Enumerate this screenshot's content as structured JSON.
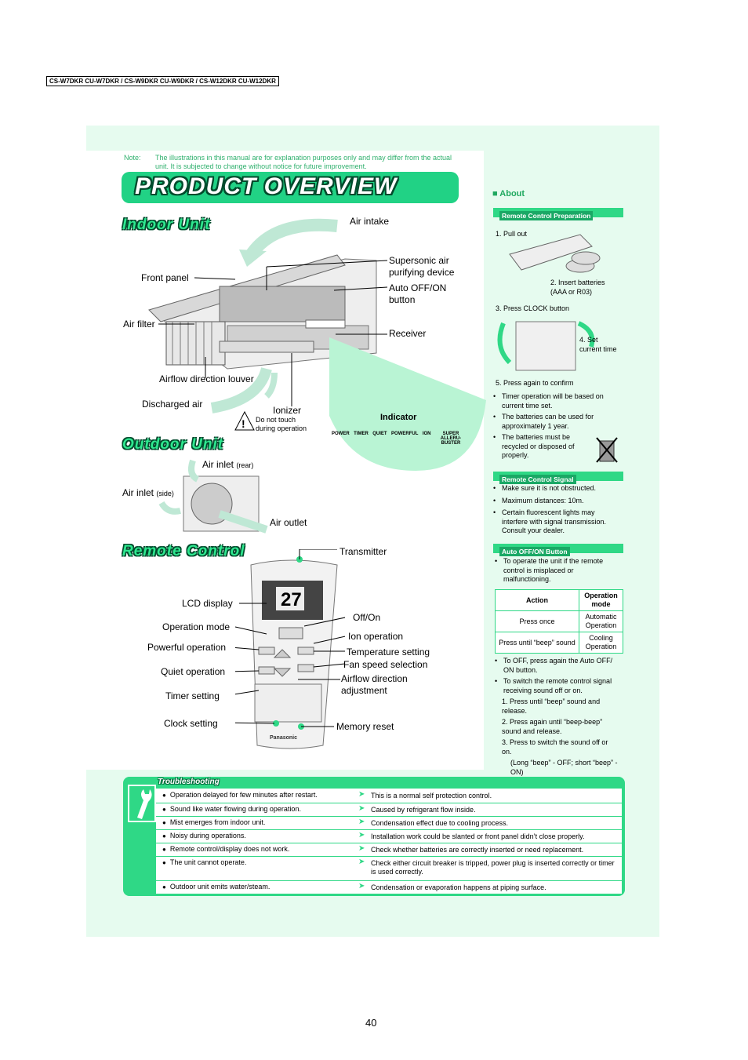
{
  "header": {
    "model_line": "CS-W7DKR CU-W7DKR / CS-W9DKR CU-W9DKR / CS-W12DKR CU-W12DKR"
  },
  "note": {
    "label": "Note:",
    "text": "The illustrations in this manual are for explanation purposes only and may differ from the actual unit. It is subjected to change without notice for future improvement."
  },
  "title": "PRODUCT OVERVIEW",
  "indoor": {
    "heading": "Indoor Unit",
    "labels": {
      "air_intake": "Air intake",
      "supersonic": "Supersonic air purifying device",
      "front_panel": "Front panel",
      "auto_button": "Auto OFF/ON button",
      "air_filter": "Air filter",
      "receiver": "Receiver",
      "louver": "Airflow direction louver",
      "discharged": "Discharged air",
      "ionizer": "Ionizer",
      "ionizer_warn": "Do not touch during operation"
    },
    "indicator": {
      "title": "Indicator",
      "items": [
        "POWER",
        "TIMER",
        "QUIET",
        "POWERFUL",
        "ION",
        "SUPER ALLERU-BUSTER"
      ]
    }
  },
  "outdoor": {
    "heading": "Outdoor Unit",
    "labels": {
      "air_inlet_rear": "Air inlet",
      "rear": "(rear)",
      "air_inlet_side": "Air inlet",
      "side": "(side)",
      "air_outlet": "Air outlet"
    }
  },
  "remote": {
    "heading": "Remote Control",
    "left_labels": [
      "LCD display",
      "Operation mode",
      "Powerful operation",
      "Quiet operation",
      "Timer setting",
      "Clock setting"
    ],
    "right_labels": [
      "Transmitter",
      "Off/On",
      "Ion operation",
      "Temperature setting",
      "Fan speed selection",
      "Airflow direction adjustment",
      "Memory reset"
    ],
    "display_temp": "27",
    "brand": "Panasonic"
  },
  "about": {
    "title": "■ About",
    "prep": {
      "bar": "Remote Control Preparation",
      "step1": "1.  Pull out",
      "step2": "2. Insert batteries (AAA or R03)",
      "step3": "3. Press CLOCK button",
      "step4": "4. Set current time",
      "step5": "5. Press again to confirm",
      "bullets": [
        "Timer operation will be based on current time set.",
        "The batteries can be used for approximately 1 year.",
        "The batteries must be recycled or disposed of properly."
      ]
    },
    "signal": {
      "bar": "Remote Control Signal",
      "bullets": [
        "Make sure it is not obstructed.",
        "Maximum distances: 10m.",
        "Certain fluorescent lights may interfere with signal transmission. Consult your dealer."
      ]
    },
    "auto": {
      "bar": "Auto OFF/ON Button",
      "intro": "To operate the unit if the remote control is misplaced or malfunctioning.",
      "table": {
        "headers": [
          "Action",
          "Operation mode"
        ],
        "rows": [
          [
            "Press once",
            "Automatic Operation"
          ],
          [
            "Press until “beep” sound",
            "Cooling Operation"
          ]
        ]
      },
      "bullets": [
        "To OFF, press again the Auto OFF/ ON button.",
        "To switch the remote control signal receiving sound off or on."
      ],
      "steps": [
        "1. Press until “beep” sound and release.",
        "2. Press again until “beep-beep” sound and release.",
        "3. Press to switch the sound off or on."
      ],
      "footnote": "(Long “beep” - OFF; short “beep” - ON)"
    }
  },
  "troubleshooting": {
    "title": "Troubleshooting",
    "rows": [
      {
        "symptom": "Operation delayed for few minutes after restart.",
        "cause": "This is a normal self protection control."
      },
      {
        "symptom": "Sound like water flowing during operation.",
        "cause": "Caused by refrigerant flow inside."
      },
      {
        "symptom": "Mist emerges from indoor unit.",
        "cause": "Condensation effect due to cooling process."
      },
      {
        "symptom": "Noisy during operations.",
        "cause": "Installation work could be slanted or front panel didn’t close properly."
      },
      {
        "symptom": "Remote control/display does not work.",
        "cause": "Check whether batteries are correctly inserted or need replacement."
      },
      {
        "symptom": "The unit cannot operate.",
        "cause": "Check either circuit breaker is tripped, power plug is inserted correctly or timer is used correctly."
      },
      {
        "symptom": "Outdoor unit emits water/steam.",
        "cause": "Condensation or evaporation happens at piping surface."
      }
    ]
  },
  "page_number": "40"
}
